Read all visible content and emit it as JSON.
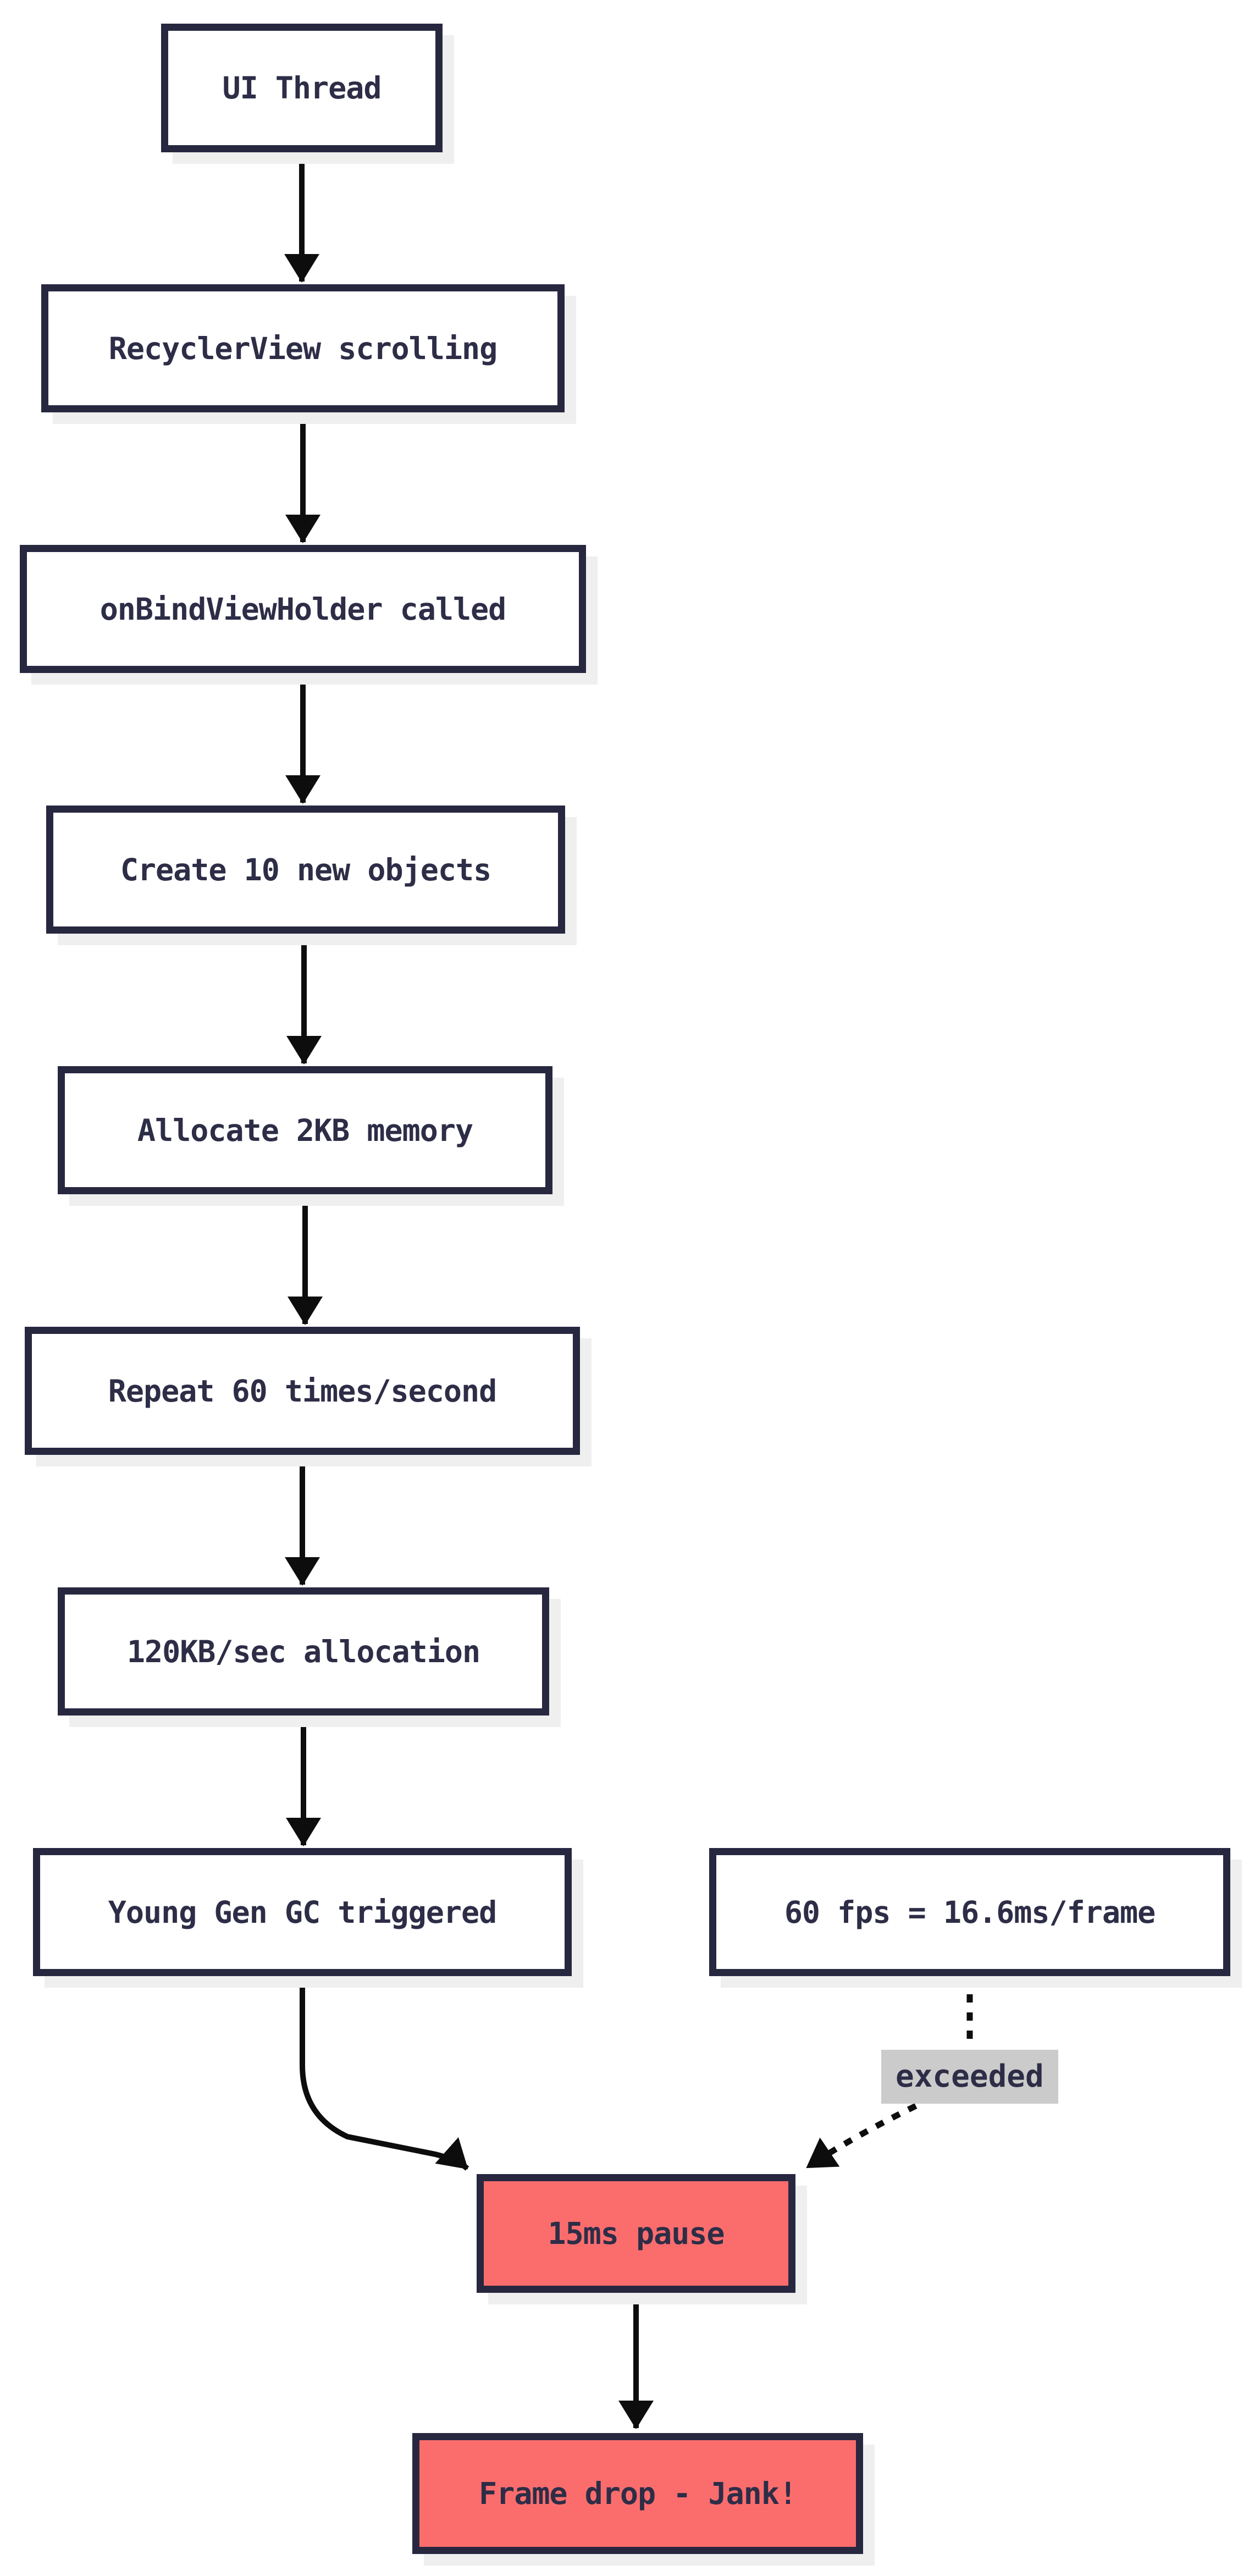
{
  "diagram": {
    "type": "flowchart",
    "direction": "top-down",
    "nodes": {
      "ui_thread": {
        "label": "UI Thread"
      },
      "recycler": {
        "label": "RecyclerView scrolling"
      },
      "onbind": {
        "label": "onBindViewHolder called"
      },
      "create_objects": {
        "label": "Create 10 new objects"
      },
      "allocate": {
        "label": "Allocate 2KB memory"
      },
      "repeat60": {
        "label": "Repeat 60 times/second"
      },
      "alloc_rate": {
        "label": "120KB/sec allocation"
      },
      "young_gc": {
        "label": "Young Gen GC triggered"
      },
      "fps_budget": {
        "label": "60 fps = 16.6ms/frame"
      },
      "pause": {
        "label": "15ms pause"
      },
      "jank": {
        "label": "Frame drop - Jank!"
      }
    },
    "edge_labels": {
      "exceeded": "exceeded"
    },
    "edges": [
      {
        "from": "ui_thread",
        "to": "recycler",
        "style": "solid"
      },
      {
        "from": "recycler",
        "to": "onbind",
        "style": "solid"
      },
      {
        "from": "onbind",
        "to": "create_objects",
        "style": "solid"
      },
      {
        "from": "create_objects",
        "to": "allocate",
        "style": "solid"
      },
      {
        "from": "allocate",
        "to": "repeat60",
        "style": "solid"
      },
      {
        "from": "repeat60",
        "to": "alloc_rate",
        "style": "solid"
      },
      {
        "from": "alloc_rate",
        "to": "young_gc",
        "style": "solid"
      },
      {
        "from": "young_gc",
        "to": "pause",
        "style": "solid"
      },
      {
        "from": "fps_budget",
        "to": "pause",
        "style": "dotted",
        "label": "exceeded"
      },
      {
        "from": "pause",
        "to": "jank",
        "style": "solid"
      }
    ],
    "colors": {
      "node_border": "#272740",
      "node_fill": "#ffffff",
      "node_text": "#2d2d47",
      "danger_fill": "#fb6d6d",
      "shadow": "#efefef",
      "edge_stroke": "#0d0d0d",
      "edge_label_bg": "#cbcbcb",
      "background": "#ffffff"
    }
  }
}
